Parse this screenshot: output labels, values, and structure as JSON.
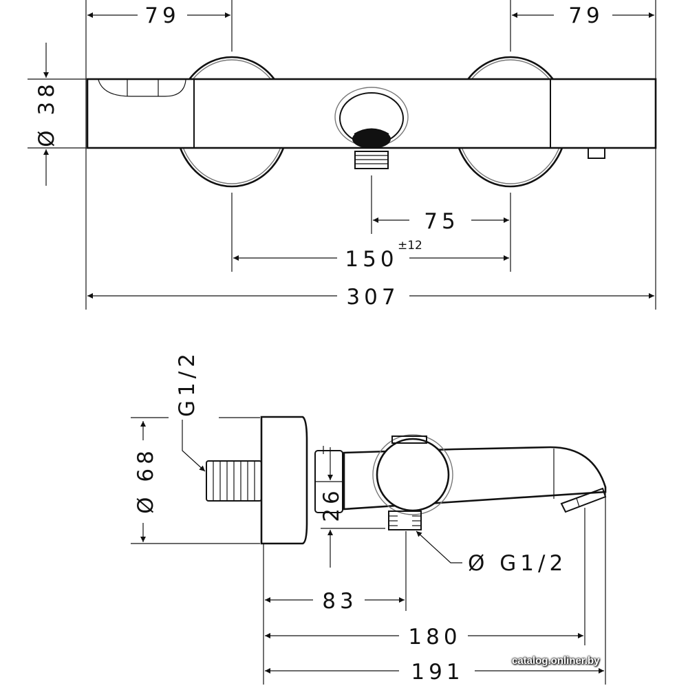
{
  "top_view": {
    "dim_left_offset": "79",
    "dim_right_offset": "79",
    "dim_diameter": "Ø 38",
    "dim_outlet_offset": "75",
    "dim_center_distance": "150",
    "dim_center_tolerance": "±12",
    "dim_total_length": "307"
  },
  "side_view": {
    "thread_inlet": "G1/2",
    "dim_plate_diameter": "Ø 68",
    "dim_nut": "26",
    "thread_outlet": "Ø G1/2",
    "dim_outlet_depth": "83",
    "dim_spout_depth": "180",
    "dim_total_depth": "191"
  },
  "watermark": "catalog.onliner.by"
}
